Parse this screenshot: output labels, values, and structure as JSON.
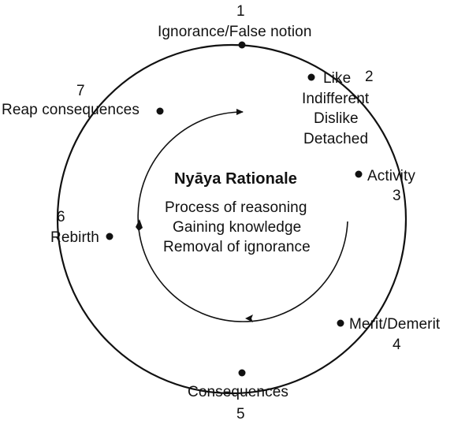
{
  "center": {
    "title": "Nyāya Rationale",
    "lines": [
      "Process of reasoning",
      "Gaining knowledge",
      "Removal of ignorance"
    ]
  },
  "stages": [
    {
      "number": "1",
      "label": "Ignorance/False notion"
    },
    {
      "number": "2",
      "label": "Like",
      "sub": [
        "Indifferent",
        "Dislike",
        "Detached"
      ]
    },
    {
      "number": "3",
      "label": "Activity"
    },
    {
      "number": "4",
      "label": "Merit/Demerit"
    },
    {
      "number": "5",
      "label": "Consequences"
    },
    {
      "number": "6",
      "label": "Rebirth"
    },
    {
      "number": "7",
      "label": "Reap consequences"
    }
  ],
  "colors": {
    "ink": "#111111",
    "background": "#ffffff"
  }
}
